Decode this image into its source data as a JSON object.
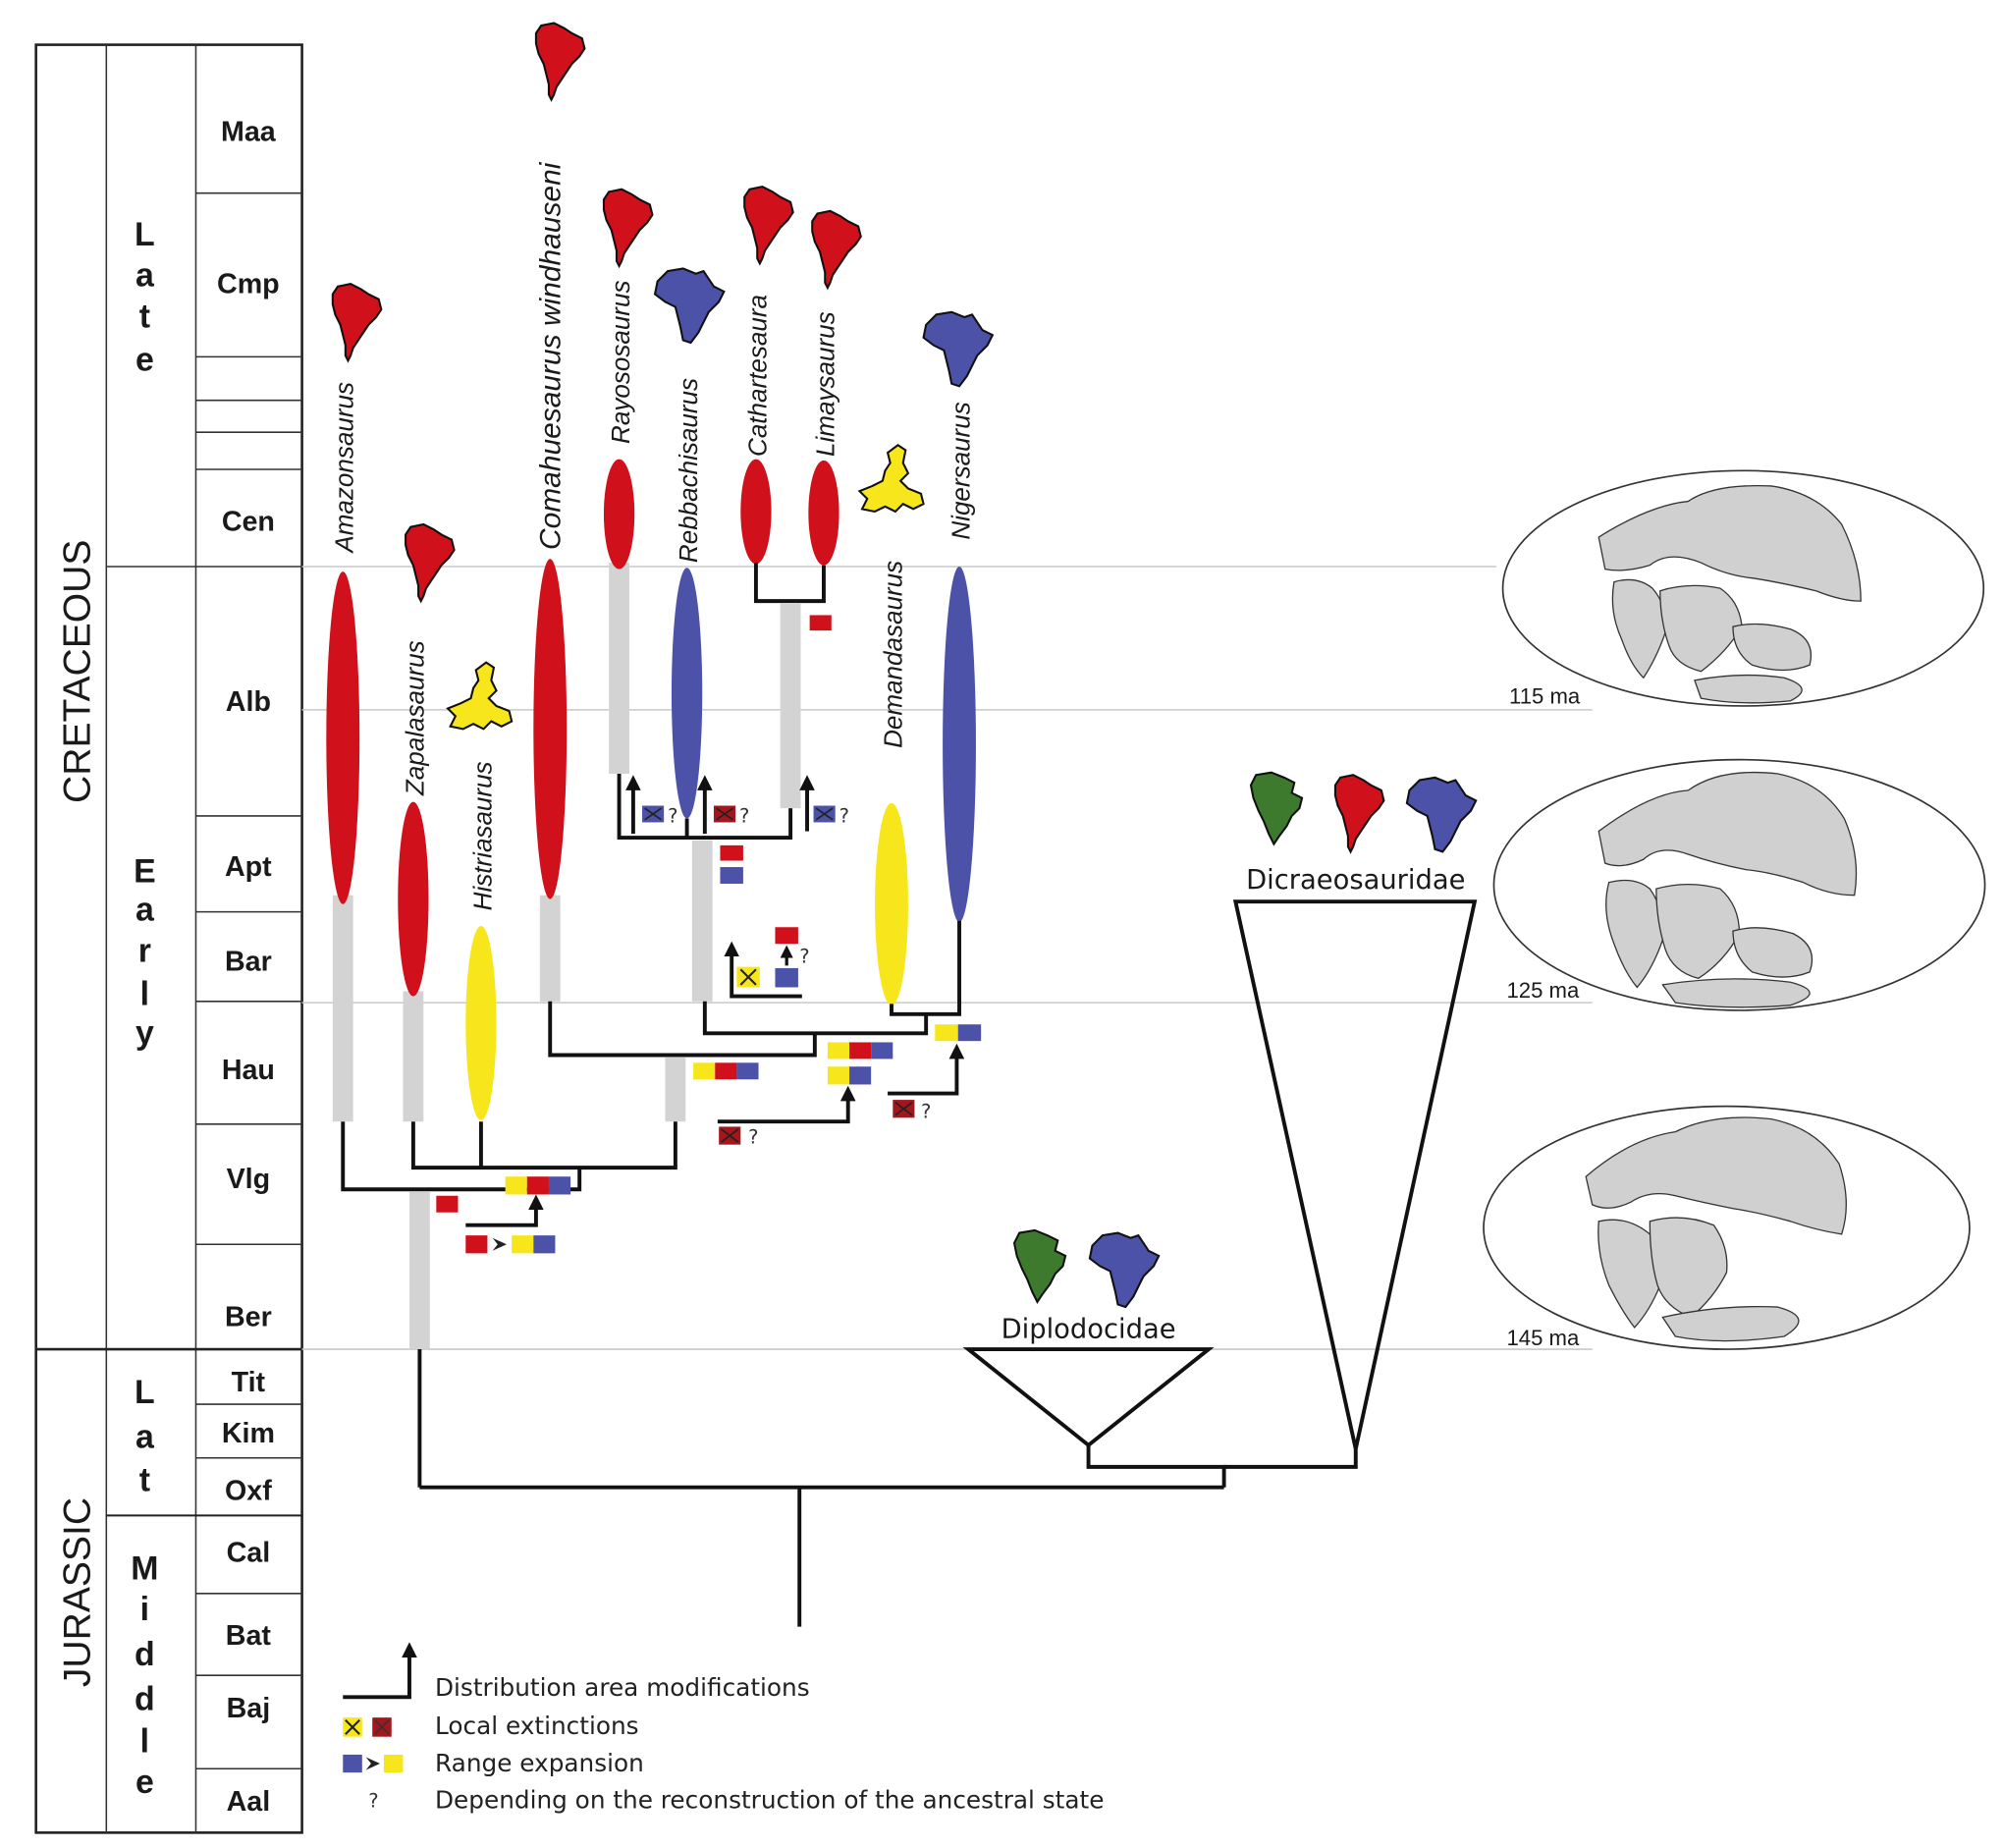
{
  "colors": {
    "south_america": "#d0101a",
    "africa": "#4b52a8",
    "europe": "#f7e61c",
    "north_america": "#3e7a2e",
    "ghost_lineage": "#d3d3d3",
    "extinction_dark": "#a3161d"
  },
  "timescale": {
    "periods": [
      {
        "name": "CRETACEOUS"
      },
      {
        "name": "JURASSIC"
      }
    ],
    "epochs": [
      {
        "name": "L a t e"
      },
      {
        "name": "E a r l y"
      },
      {
        "name": "L a t"
      },
      {
        "name": "M i d d l e"
      }
    ],
    "stages": [
      {
        "name": "Maa"
      },
      {
        "name": "Cmp"
      },
      {
        "name": ""
      },
      {
        "name": ""
      },
      {
        "name": ""
      },
      {
        "name": "Cen"
      },
      {
        "name": "Alb"
      },
      {
        "name": "Apt"
      },
      {
        "name": "Bar"
      },
      {
        "name": "Hau"
      },
      {
        "name": "Vlg"
      },
      {
        "name": "Ber"
      },
      {
        "name": "Tit"
      },
      {
        "name": "Kim"
      },
      {
        "name": "Oxf"
      },
      {
        "name": "Cal"
      },
      {
        "name": "Bat"
      },
      {
        "name": "Baj"
      },
      {
        "name": "Aal"
      }
    ]
  },
  "taxa": [
    {
      "name": "Amazonsaurus",
      "area": "South America",
      "color_key": "south_america"
    },
    {
      "name": "Zapalasaurus",
      "area": "South America",
      "color_key": "south_america"
    },
    {
      "name": "Histriasaurus",
      "area": "Europe",
      "color_key": "europe"
    },
    {
      "name": "Comahuesaurus windhauseni",
      "area": "South America",
      "color_key": "south_america"
    },
    {
      "name": "Rayososaurus",
      "area": "South America",
      "color_key": "south_america"
    },
    {
      "name": "Rebbachisaurus",
      "area": "Africa",
      "color_key": "africa"
    },
    {
      "name": "Cathartesaura",
      "area": "South America",
      "color_key": "south_america"
    },
    {
      "name": "Limaysaurus",
      "area": "South America",
      "color_key": "south_america"
    },
    {
      "name": "Demandasaurus",
      "area": "Europe",
      "color_key": "europe"
    },
    {
      "name": "Nigersaurus",
      "area": "Africa",
      "color_key": "africa"
    }
  ],
  "clades": [
    {
      "name": "Dicraeosauridae",
      "areas": [
        "North America",
        "South America",
        "Africa"
      ]
    },
    {
      "name": "Diplodocidae",
      "areas": [
        "North America",
        "Africa"
      ]
    }
  ],
  "paleomaps": [
    {
      "label": "115 ma"
    },
    {
      "label": "125 ma"
    },
    {
      "label": "145 ma"
    }
  ],
  "markers": {
    "question": "?"
  },
  "legend": [
    {
      "symbol": "distribution-arrow",
      "label": "Distribution area modifications"
    },
    {
      "symbol": "local-extinction",
      "label": "Local extinctions"
    },
    {
      "symbol": "range-expansion",
      "label": "Range expansion"
    },
    {
      "symbol": "question-mark",
      "glyph": "?",
      "label": "Depending on the reconstruction of the ancestral state"
    }
  ]
}
